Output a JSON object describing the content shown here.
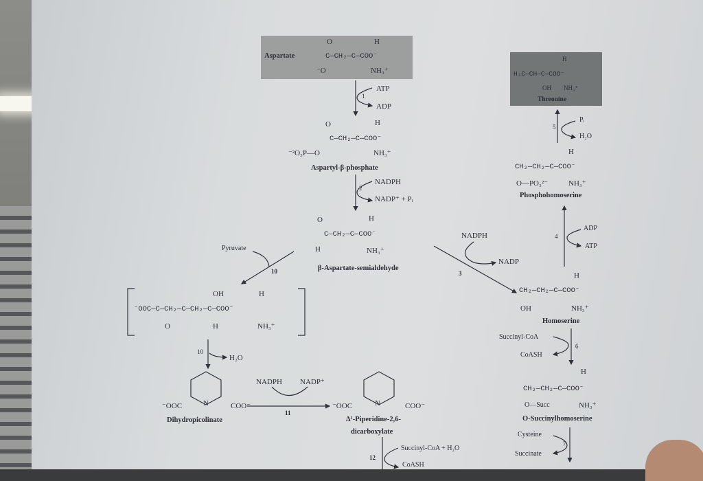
{
  "aspartate": {
    "label": "Aspartate",
    "o": "O",
    "h": "H",
    "chain": "C—CH₂—C—COO⁻",
    "neg_o": "⁻O",
    "nh3": "NH₃⁺"
  },
  "step1": {
    "num": "1",
    "atp": "ATP",
    "adp": "ADP"
  },
  "aspartyl_phosphate": {
    "label": "Aspartyl-β-phosphate",
    "o": "O",
    "h": "H",
    "chain": "C—CH₂—C—COO⁻",
    "phos": "⁻²O₃P—O",
    "nh3": "NH₃⁺"
  },
  "step2": {
    "num": "2",
    "nadph": "NADPH",
    "nadp": "NADP⁺ + Pᵢ"
  },
  "semialdehyde": {
    "label": "β-Aspartate-semialdehyde",
    "o": "O",
    "h_top": "H",
    "chain": "C—CH₂—C—COO⁻",
    "h_left": "H",
    "nh3": "NH₃⁺"
  },
  "step10a": {
    "pyruvate": "Pyruvate",
    "num": "10"
  },
  "bracket_intermediate": {
    "oh": "OH",
    "h_top": "H",
    "chain": "⁻OOC—C—CH₂—C—CH₂—C—COO⁻",
    "o": "O",
    "h_bottom": "H",
    "nh3": "NH₃⁺"
  },
  "step10b": {
    "num": "10",
    "h2o": "H₂O"
  },
  "dihydropicolinate": {
    "label": "Dihydropicolinate",
    "left": "⁻OOC",
    "n": "N",
    "right": "COO⁻"
  },
  "step11": {
    "nadph": "NADPH",
    "nadp": "NADP⁺",
    "num": "11"
  },
  "piperidine": {
    "label1": "Δ¹-Piperidine-2,6-",
    "label2": "dicarboxylate",
    "left": "⁻OOC",
    "n": "N",
    "right": "COO⁻"
  },
  "step12": {
    "num": "12",
    "succ": "Succinyl-CoA + H₂O",
    "coash": "CoASH"
  },
  "step3": {
    "nadph": "NADPH",
    "nadp": "NADP",
    "num": "3"
  },
  "threonine": {
    "label": "Threonine",
    "h": "H",
    "chain": "H₃C—CH—C—COO⁻",
    "oh": "OH",
    "nh3": "NH₃⁺"
  },
  "step5": {
    "num": "5",
    "pi": "Pᵢ",
    "h2o": "H₂O"
  },
  "phosphohomoserine": {
    "label": "Phosphohomoserine",
    "h": "H",
    "chain": "CH₂—CH₂—C—COO⁻",
    "po": "O—PO₃²⁻",
    "nh3": "NH₃⁺"
  },
  "step4": {
    "num": "4",
    "adp": "ADP",
    "atp": "ATP"
  },
  "homoserine": {
    "label": "Homoserine",
    "h": "H",
    "chain": "CH₂—CH₂—C—COO⁻",
    "oh": "OH",
    "nh3": "NH₃⁺"
  },
  "step6": {
    "num": "6",
    "succ": "Succinyl-CoA",
    "coash": "CoASH"
  },
  "succinylhomoserine": {
    "label": "O-Succinylhomoserine",
    "h": "H",
    "chain": "CH₂—CH₂—C—COO⁻",
    "succ": "O—Succ",
    "nh3": "NH₃⁺"
  },
  "step7": {
    "num": "7",
    "cysteine": "Cysteine",
    "succinate": "Succinate"
  }
}
